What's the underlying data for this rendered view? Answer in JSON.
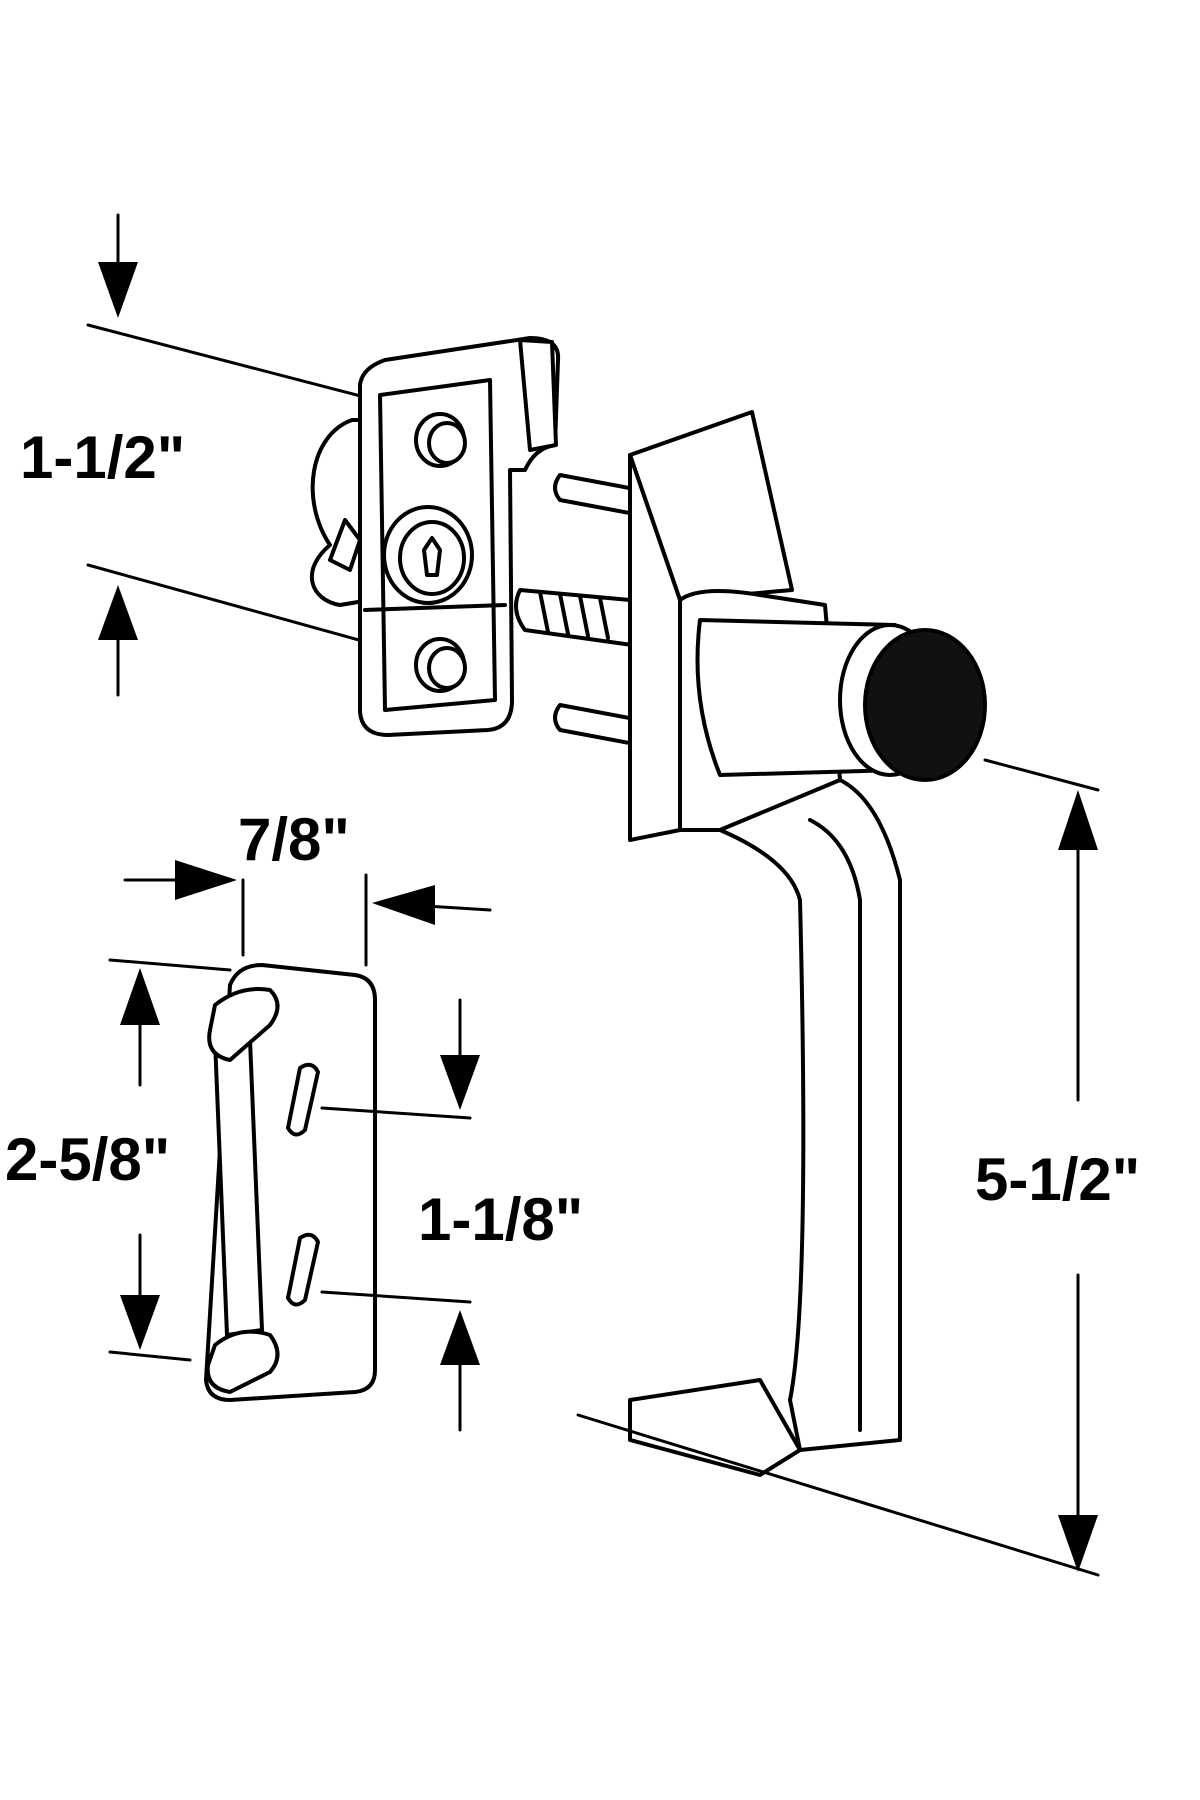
{
  "colors": {
    "ink": "#000000",
    "background": "#ffffff",
    "knob": "#111111"
  },
  "dimensions": {
    "lock_height": "1-1/2\"",
    "keeper_width": "7/8\"",
    "keeper_height": "2-5/8\"",
    "hole_spacing": "1-1/8\"",
    "handle_height": "5-1/2\""
  },
  "parts": [
    {
      "name": "lock-cylinder-housing",
      "icon": "keyhole-icon"
    },
    {
      "name": "mounting-screws",
      "icon": "screw-icon"
    },
    {
      "name": "latch-handle",
      "icon": "handle-icon"
    },
    {
      "name": "keeper-plate",
      "icon": "plate-icon"
    }
  ]
}
